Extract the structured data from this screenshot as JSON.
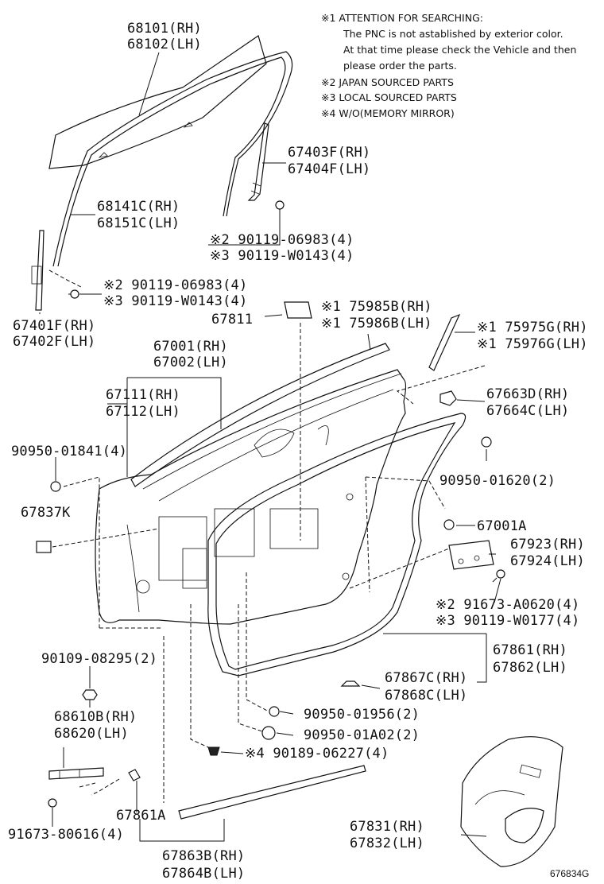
{
  "notes": [
    "※1 ATTENTION FOR SEARCHING:",
    "The PNC is not astablished by exterior color.",
    "At that time please check the Vehicle and then",
    "please order the parts.",
    "※2 JAPAN SOURCED PARTS",
    "※3 LOCAL SOURCED PARTS",
    "※4 W/O(MEMORY MIRROR)"
  ],
  "labels": {
    "l68101": "68101(RH)",
    "l68102": "68102(LH)",
    "l67403f": "67403F(RH)",
    "l67404f": "67404F(LH)",
    "l68141c": "68141C(RH)",
    "l68151c": "68151C(LH)",
    "l90119_06983_a": "※2 90119-06983(4)",
    "l90119_w0143_a": "※3 90119-W0143(4)",
    "l90119_06983_b": "※2 90119-06983(4)",
    "l90119_w0143_b": "※3 90119-W0143(4)",
    "l67401f": "67401F(RH)",
    "l67402f": "67402F(LH)",
    "l67811": "67811",
    "l75985b": "※1 75985B(RH)",
    "l75986b": "※1 75986B(LH)",
    "l75975g": "※1 75975G(RH)",
    "l75976g": "※1 75976G(LH)",
    "l67001": "67001(RH)",
    "l67002": "67002(LH)",
    "l67111": "67111(RH)",
    "l67112": "67112(LH)",
    "l67663d": "67663D(RH)",
    "l67664c": "67664C(LH)",
    "l90950_01841": "90950-01841(4)",
    "l90950_01620": "90950-01620(2)",
    "l67837k": "67837K",
    "l67001a": "67001A",
    "l67923": "67923(RH)",
    "l67924": "67924(LH)",
    "l91673_a0620": "※2 91673-A0620(4)",
    "l90119_w0177": "※3 90119-W0177(4)",
    "l90109_08295": "90109-08295(2)",
    "l67861": "67861(RH)",
    "l67862": "67862(LH)",
    "l67867c": "67867C(RH)",
    "l67868c": "67868C(LH)",
    "l68610b": "68610B(RH)",
    "l68620": "68620(LH)",
    "l90950_01956": "90950-01956(2)",
    "l90950_01a02": "90950-01A02(2)",
    "l90189_06227": "※4 90189-06227(4)",
    "l67861a": "67861A",
    "l91673_80616": "91673-80616(4)",
    "l67863b": "67863B(RH)",
    "l67864b": "67864B(LH)",
    "l67831": "67831(RH)",
    "l67832": "67832(LH)"
  },
  "figure_id": "676834G"
}
